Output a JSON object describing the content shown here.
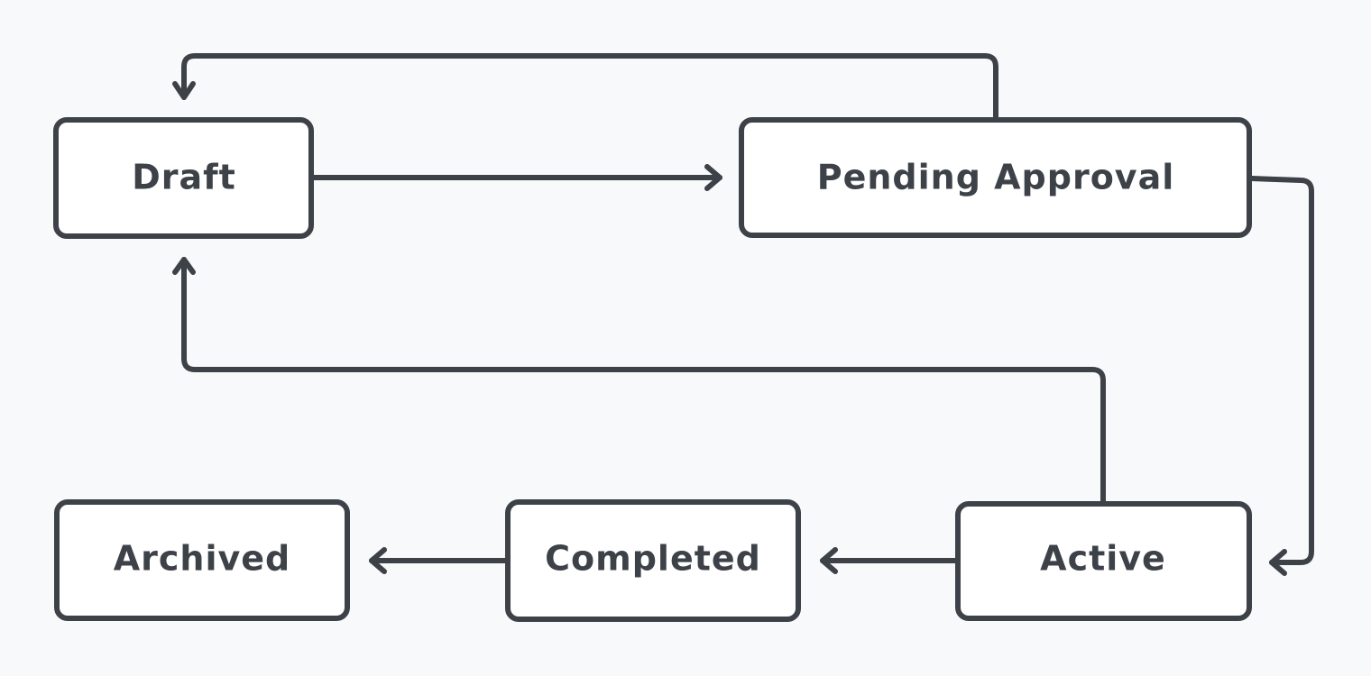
{
  "colors": {
    "background": "#f8f9fb",
    "node_fill": "#ffffff",
    "stroke": "#3d4148",
    "text": "#3d4148"
  },
  "nodes": {
    "draft": {
      "label": "Draft"
    },
    "pending_approval": {
      "label": "Pending Approval"
    },
    "active": {
      "label": "Active"
    },
    "completed": {
      "label": "Completed"
    },
    "archived": {
      "label": "Archived"
    }
  },
  "edges": [
    {
      "from": "Draft",
      "to": "Pending Approval"
    },
    {
      "from": "Pending Approval",
      "to": "Draft"
    },
    {
      "from": "Pending Approval",
      "to": "Active"
    },
    {
      "from": "Active",
      "to": "Draft"
    },
    {
      "from": "Active",
      "to": "Completed"
    },
    {
      "from": "Completed",
      "to": "Archived"
    }
  ]
}
